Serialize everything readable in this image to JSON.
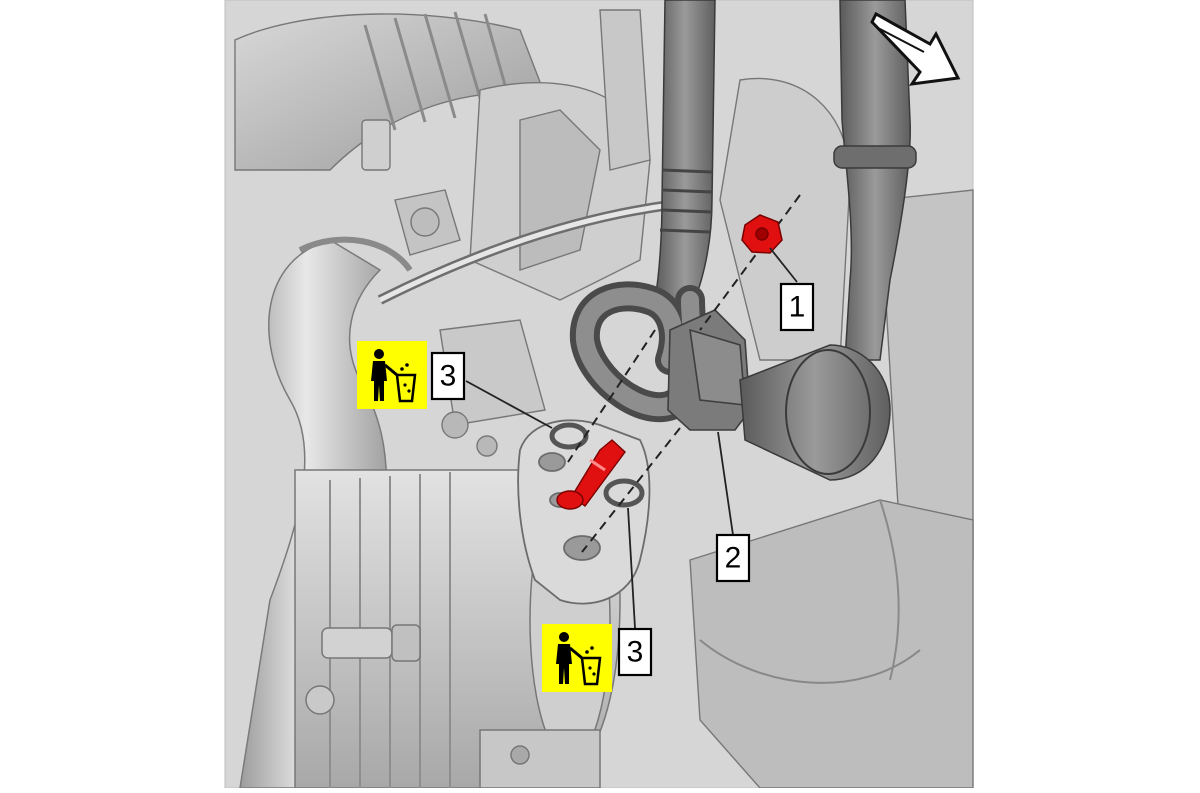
{
  "callouts": [
    {
      "id": "1",
      "label": "1",
      "part": "nut"
    },
    {
      "id": "2",
      "label": "2",
      "part": "refrigerant-line-block"
    },
    {
      "id": "3a",
      "label": "3",
      "part": "seal-upper",
      "discard": true
    },
    {
      "id": "3b",
      "label": "3",
      "part": "seal-lower",
      "discard": true
    }
  ],
  "icons": {
    "discard": "discard-trash-icon",
    "view_direction": "view-direction-arrow-icon"
  },
  "colors": {
    "background": "#ffffff",
    "highlight_fastener": "#e01010",
    "discard_badge": "#ffff00",
    "line_art": "#1a1a1a",
    "component_gray": "#8a8a8a"
  }
}
